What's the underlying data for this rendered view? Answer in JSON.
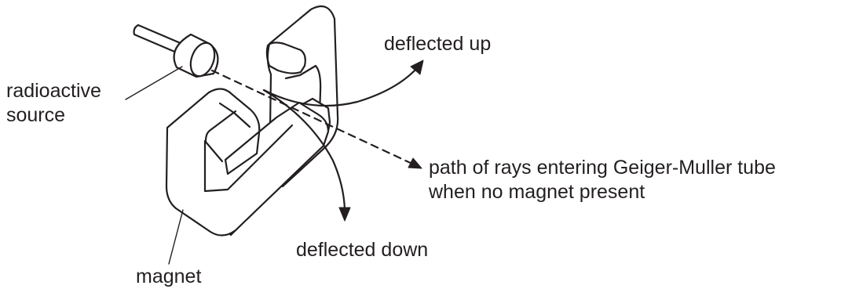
{
  "labels": {
    "source_line1": "radioactive",
    "source_line2": "source",
    "deflected_up": "deflected up",
    "path_line1": "path of rays entering Geiger-Muller tube",
    "path_line2": "when no magnet present",
    "deflected_down": "deflected down",
    "magnet": "magnet"
  },
  "colors": {
    "ink": "#231f20",
    "background": "#ffffff"
  }
}
